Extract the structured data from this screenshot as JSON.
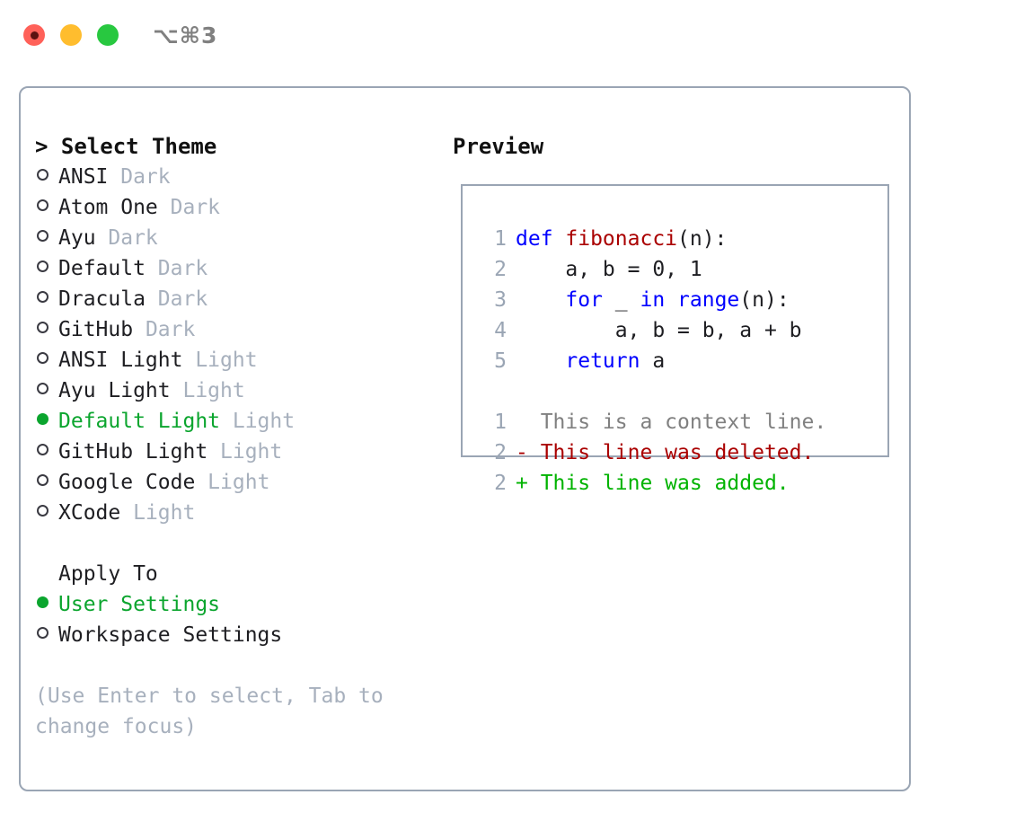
{
  "titlebar": {
    "traffic_lights": [
      "close-button",
      "minimize-button",
      "maximize-button"
    ],
    "shortcut": "⌥⌘3"
  },
  "colors": {
    "accent_green": "#0ba52e",
    "muted": "#a7b0bd",
    "border": "#9aa5b4",
    "keyword_blue": "#0000ff",
    "function_red": "#aa0000",
    "diff_add": "#00b300",
    "diff_del": "#aa0000",
    "context_gray": "#808080"
  },
  "theme_panel": {
    "heading": "> Select Theme",
    "options": [
      {
        "marker": "hollow",
        "label": "ANSI",
        "suffix": "Dark",
        "selected": false
      },
      {
        "marker": "hollow",
        "label": "Atom One",
        "suffix": "Dark",
        "selected": false
      },
      {
        "marker": "hollow",
        "label": "Ayu",
        "suffix": "Dark",
        "selected": false
      },
      {
        "marker": "hollow",
        "label": "Default",
        "suffix": "Dark",
        "selected": false
      },
      {
        "marker": "hollow",
        "label": "Dracula",
        "suffix": "Dark",
        "selected": false
      },
      {
        "marker": "hollow",
        "label": "GitHub",
        "suffix": "Dark",
        "selected": false
      },
      {
        "marker": "hollow",
        "label": "ANSI Light",
        "suffix": "Light",
        "selected": false
      },
      {
        "marker": "hollow",
        "label": "Ayu Light",
        "suffix": "Light",
        "selected": false
      },
      {
        "marker": "filled",
        "label": "Default Light",
        "suffix": "Light",
        "selected": true
      },
      {
        "marker": "hollow",
        "label": "GitHub Light",
        "suffix": "Light",
        "selected": false
      },
      {
        "marker": "hollow",
        "label": "Google Code",
        "suffix": "Light",
        "selected": false
      },
      {
        "marker": "hollow",
        "label": "XCode",
        "suffix": "Light",
        "selected": false
      }
    ]
  },
  "apply_to": {
    "heading": "Apply To",
    "options": [
      {
        "marker": "filled",
        "label": "User Settings",
        "selected": true
      },
      {
        "marker": "hollow",
        "label": "Workspace Settings",
        "selected": false
      }
    ]
  },
  "hint": "(Use Enter to select, Tab to change focus)",
  "preview": {
    "title": "Preview",
    "code_lines": [
      {
        "lineno": "1",
        "tokens": [
          {
            "text": "def ",
            "type": "kw"
          },
          {
            "text": "fibonacci",
            "type": "fn"
          },
          {
            "text": "(n):",
            "type": "plain"
          }
        ]
      },
      {
        "lineno": "2",
        "tokens": [
          {
            "text": "    a, b = 0, 1",
            "type": "plain"
          }
        ]
      },
      {
        "lineno": "3",
        "tokens": [
          {
            "text": "    ",
            "type": "plain"
          },
          {
            "text": "for",
            "type": "kw"
          },
          {
            "text": " _ ",
            "type": "plain"
          },
          {
            "text": "in",
            "type": "kw"
          },
          {
            "text": " ",
            "type": "plain"
          },
          {
            "text": "range",
            "type": "kw"
          },
          {
            "text": "(n):",
            "type": "plain"
          }
        ]
      },
      {
        "lineno": "4",
        "tokens": [
          {
            "text": "        a, b = b, a + b",
            "type": "plain"
          }
        ]
      },
      {
        "lineno": "5",
        "tokens": [
          {
            "text": "    ",
            "type": "plain"
          },
          {
            "text": "return",
            "type": "kw"
          },
          {
            "text": " a",
            "type": "plain"
          }
        ]
      }
    ],
    "diff_lines": [
      {
        "lineno": "1",
        "text": "  This is a context line.",
        "type": "ctx"
      },
      {
        "lineno": "2",
        "text": "- This line was deleted.",
        "type": "del"
      },
      {
        "lineno": "2",
        "text": "+ This line was added.",
        "type": "add"
      }
    ]
  }
}
